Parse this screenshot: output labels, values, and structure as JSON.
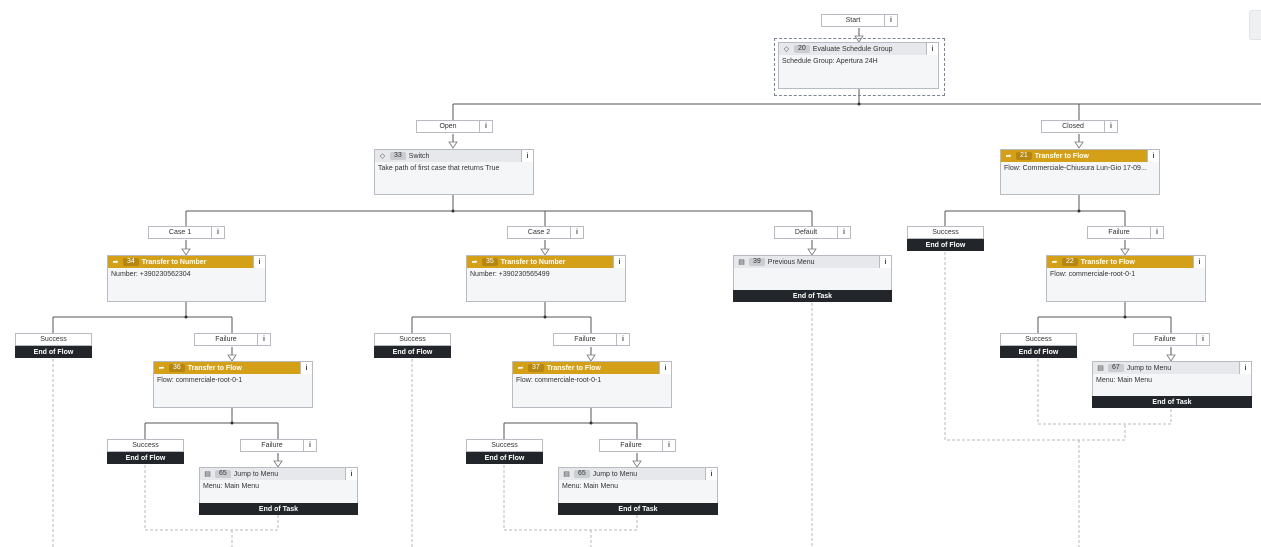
{
  "flow": {
    "start": "Start",
    "info": "i",
    "eval": {
      "num": "20",
      "title": "Evaluate Schedule Group",
      "body": "Schedule Group: Apertura 24H"
    },
    "open_label": "Open",
    "closed_label": "Closed",
    "switch": {
      "num": "33",
      "title": "Switch",
      "body": "Take path of first case that returns True"
    },
    "case1": "Case 1",
    "case2": "Case 2",
    "default": "Default",
    "n34": {
      "num": "34",
      "title": "Transfer to Number",
      "body": "Number: +390230562304"
    },
    "n35": {
      "num": "35",
      "title": "Transfer to Number",
      "body": "Number: +390230565499"
    },
    "n39": {
      "num": "39",
      "title": "Previous Menu",
      "footer": "End of Task"
    },
    "n21": {
      "num": "21",
      "title": "Transfer to Flow",
      "body": "Flow: Commerciale-Chiusura Lun-Gio 17-09..."
    },
    "n22": {
      "num": "22",
      "title": "Transfer to Flow",
      "body": "Flow: commerciale-root-0-1"
    },
    "n36": {
      "num": "36",
      "title": "Transfer to Flow",
      "body": "Flow: commerciale-root-0-1"
    },
    "n37": {
      "num": "37",
      "title": "Transfer to Flow",
      "body": "Flow: commerciale-root-0-1"
    },
    "n65a": {
      "num": "65",
      "title": "Jump to Menu",
      "body": "Menu: Main Menu",
      "footer": "End of Task"
    },
    "n65b": {
      "num": "65",
      "title": "Jump to Menu",
      "body": "Menu: Main Menu",
      "footer": "End of Task"
    },
    "n67": {
      "num": "67",
      "title": "Jump to Menu",
      "body": "Menu: Main Menu",
      "footer": "End of Task"
    },
    "success": "Success",
    "failure": "Failure",
    "end_of_flow": "End of Flow"
  },
  "colors": {
    "transfer_header": "#d4a017",
    "end_bar": "#22262b",
    "node_bg": "#f5f6f8",
    "header_bg": "#e6e8eb"
  },
  "icons": {
    "decision": "diamond-icon",
    "transfer": "transfer-icon",
    "menu": "menu-icon"
  }
}
